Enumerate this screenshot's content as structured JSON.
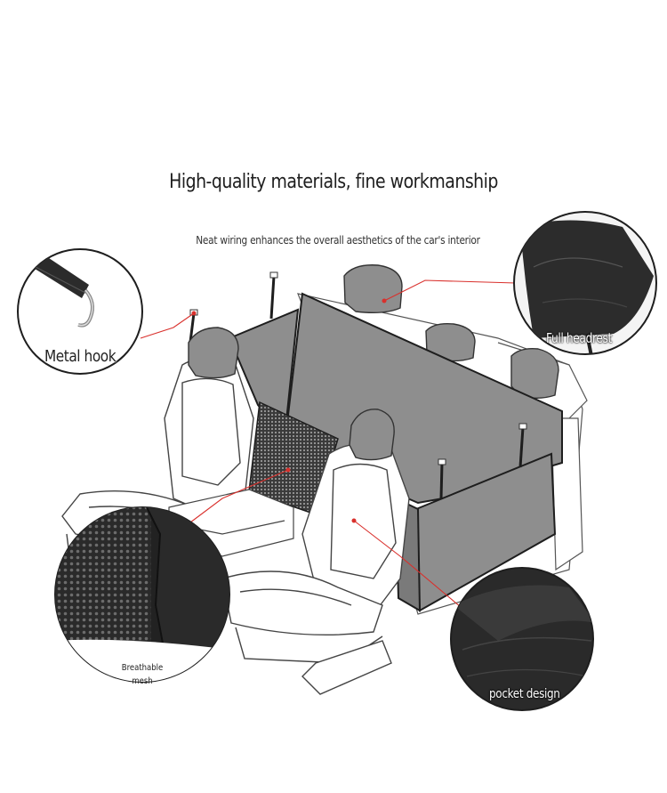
{
  "heading": "High-quality materials, fine workmanship",
  "subheading": "Neat wiring enhances the overall aesthetics of the car's interior",
  "callouts": {
    "metal_hook": "Metal hook",
    "full_headrest": "Full headrest",
    "breathable_mesh_line1": "Breathable",
    "breathable_mesh_line2": "mesh",
    "pocket_design": "pocket design"
  },
  "colors": {
    "cover_gray": "#8e8e8e",
    "leader_red": "#d9302c",
    "fabric_dark": "#2c2c2c"
  }
}
